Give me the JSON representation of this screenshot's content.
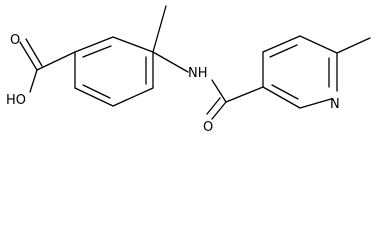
{
  "molecule": {
    "labels": {
      "hydroxyl": "HO",
      "carbonyl_acid_oxygen": "O",
      "amide_nh": "NH",
      "amide_oxygen": "O",
      "pyridine_nitrogen": "N"
    },
    "colors": {
      "bond": "#000000",
      "label": "#000000",
      "background": "#ffffff"
    }
  }
}
